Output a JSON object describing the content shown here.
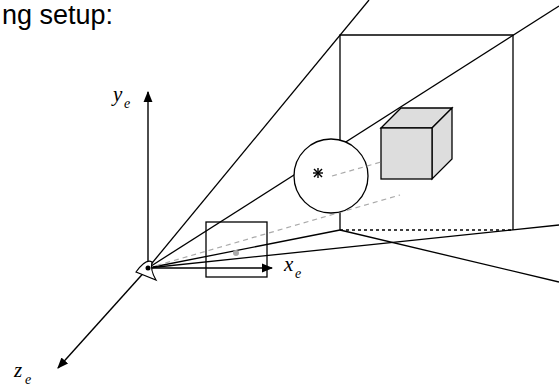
{
  "diagram": {
    "title": "ng setup:",
    "labels": [
      "y",
      "e",
      "x",
      "e",
      "z",
      "e"
    ]
  }
}
